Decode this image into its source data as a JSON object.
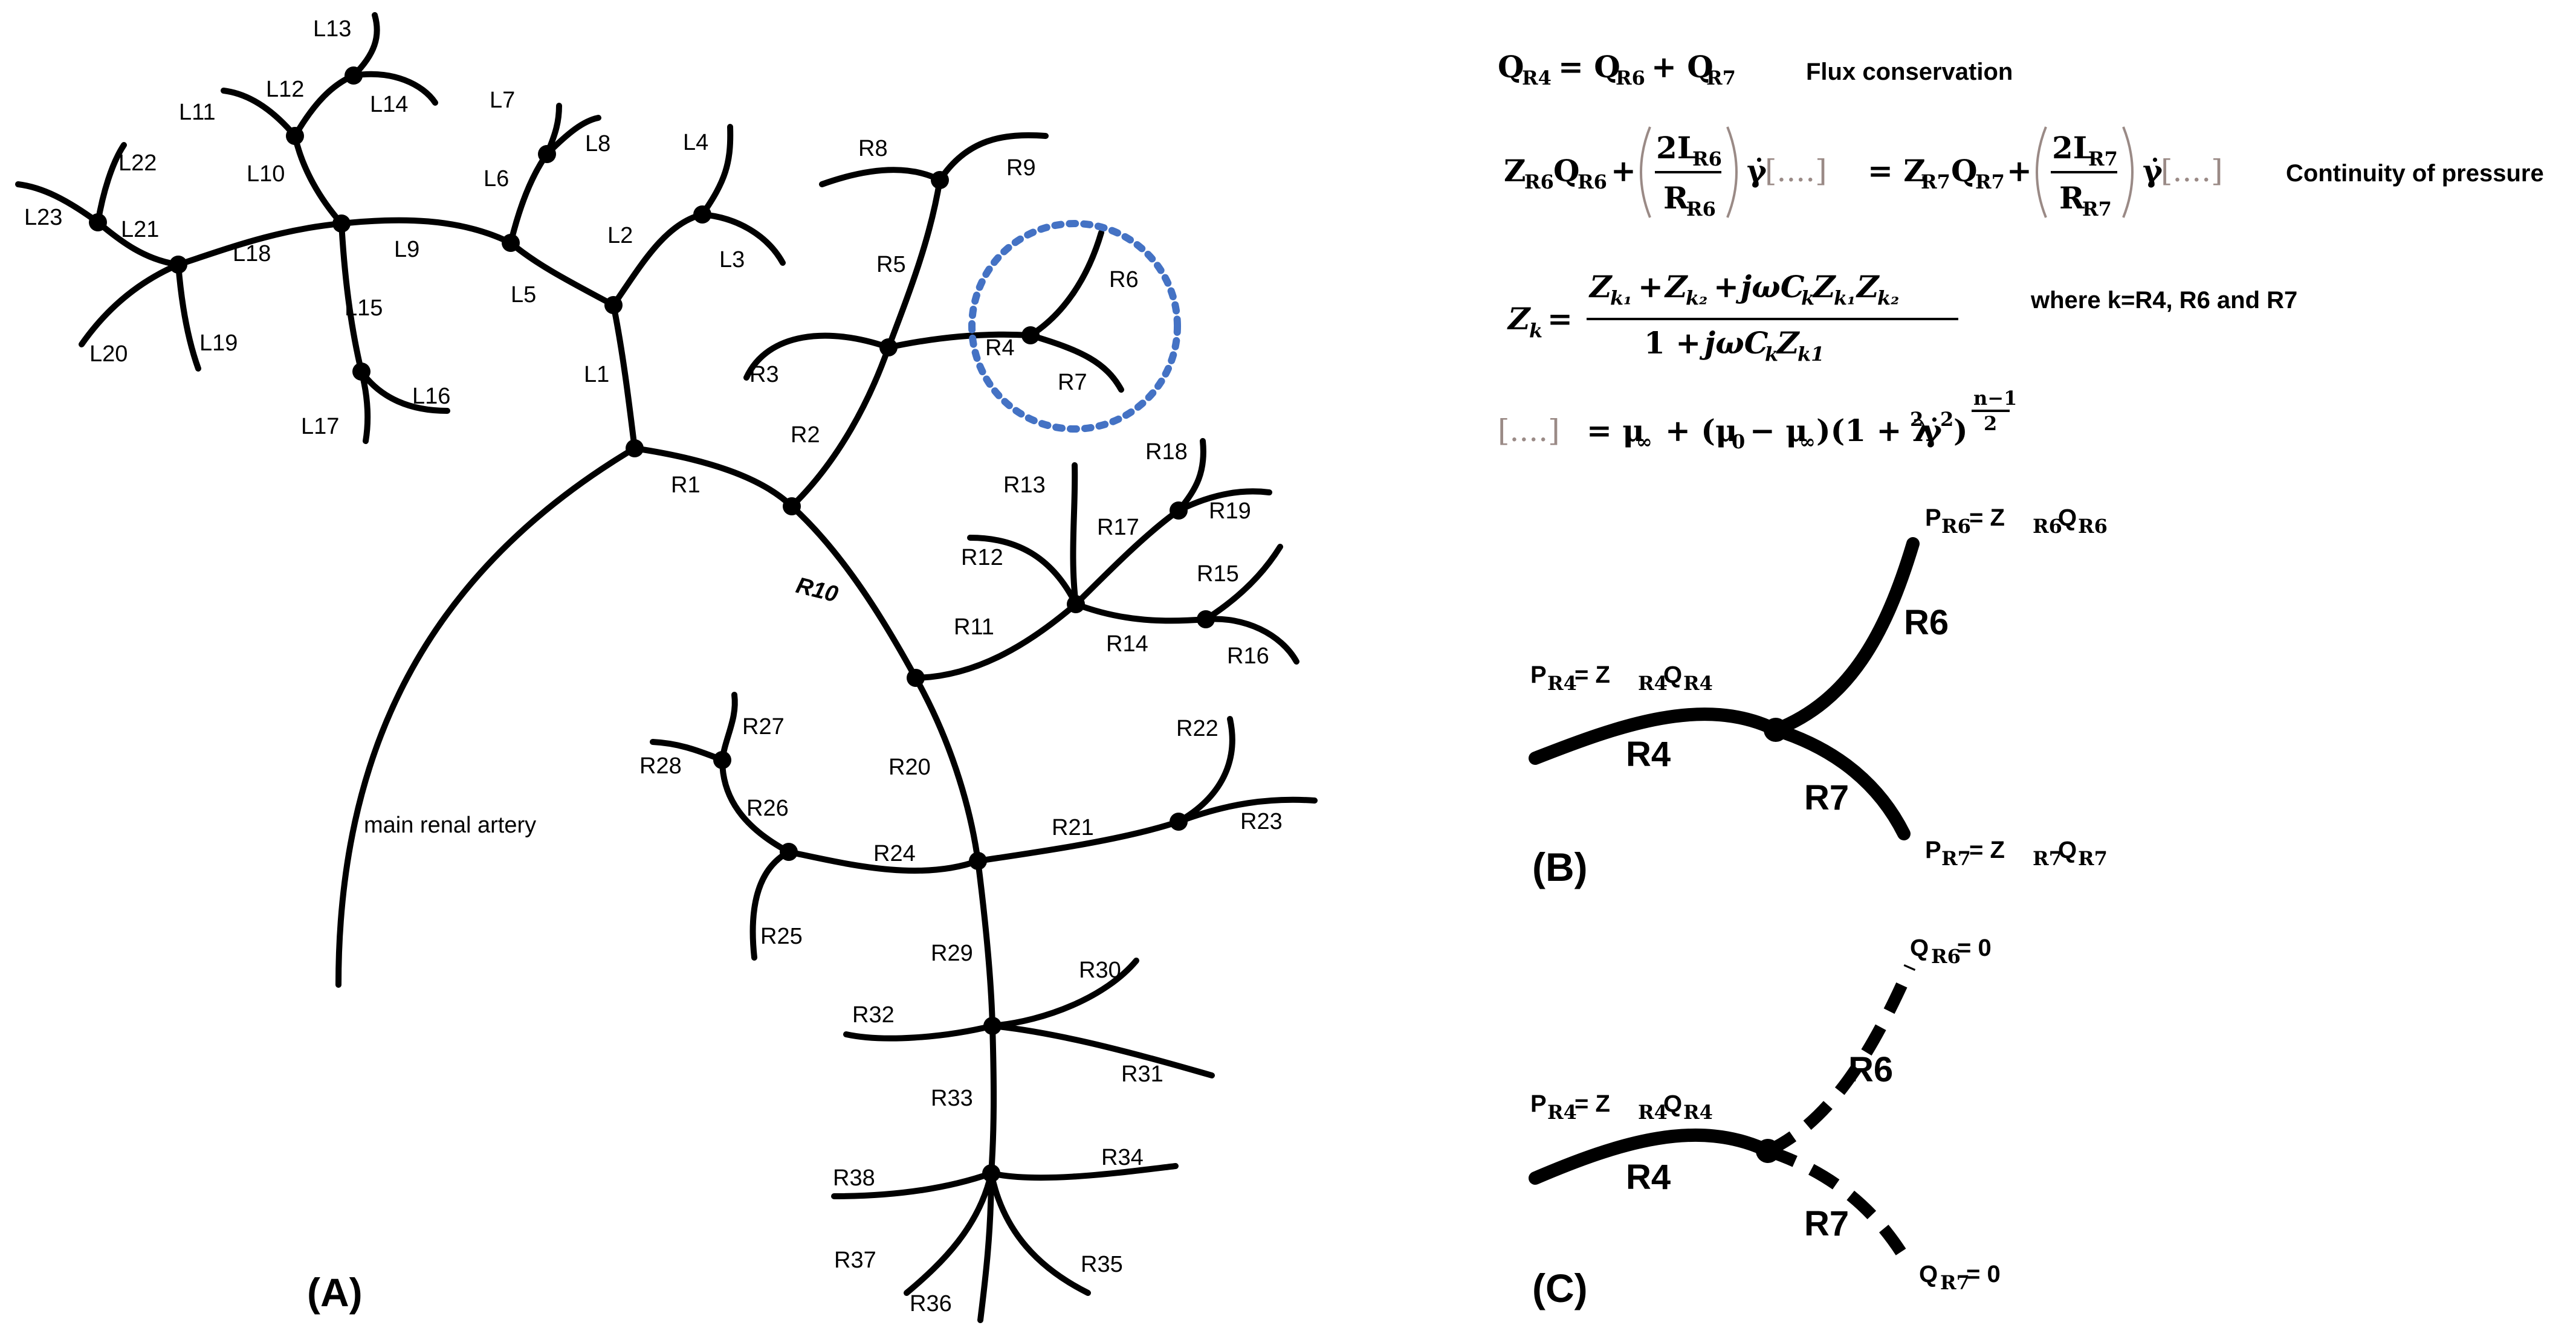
{
  "labels": {
    "L": [
      "L1",
      "L2",
      "L3",
      "L4",
      "L5",
      "L6",
      "L7",
      "L8",
      "L9",
      "L10",
      "L11",
      "L12",
      "L13",
      "L14",
      "L15",
      "L16",
      "L17",
      "L18",
      "L19",
      "L20",
      "L21",
      "L22",
      "L23"
    ],
    "R": [
      "R1",
      "R2",
      "R3",
      "R4",
      "R5",
      "R6",
      "R7",
      "R8",
      "R9",
      "R10",
      "R11",
      "R12",
      "R13",
      "R14",
      "R15",
      "R16",
      "R17",
      "R18",
      "R19",
      "R20",
      "R21",
      "R22",
      "R23",
      "R24",
      "R25",
      "R26",
      "R27",
      "R28",
      "R29",
      "R30",
      "R31",
      "R32",
      "R33",
      "R34",
      "R35",
      "R36",
      "R37",
      "R38"
    ],
    "main_artery": "main renal artery"
  },
  "panels": {
    "a": "(A)",
    "b": "(B)",
    "c": "(C)"
  },
  "highlight_color": "#4472c4",
  "equations": {
    "flux_label": "Flux conservation",
    "pressure_label": "Continuity of pressure",
    "where_label": "where k=R4, R6 and R7",
    "bracket": "[....]"
  },
  "panel_b": {
    "p_r6": "P",
    "r6_eq": " = Z",
    "r6_q": "Q",
    "p_r4": "P",
    "r4_eq": " = Z",
    "r4_q": "Q",
    "p_r7": "P",
    "r7_eq": " = Z",
    "r7_q": "Q",
    "sub_r6": "R6",
    "sub_r4": "R4",
    "sub_r7": "R7",
    "lbl_r6": "R6",
    "lbl_r4": "R4",
    "lbl_r7": "R7"
  },
  "panel_c": {
    "q_r6": "Q",
    "q_r6_val": " = 0",
    "q_r7": "Q",
    "q_r7_val": " = 0",
    "p_r4": "P",
    "r4_eq": " = Z",
    "r4_q": "Q",
    "sub_r6": "R6",
    "sub_r4": "R4",
    "sub_r7": "R7",
    "lbl_r6": "R6",
    "lbl_r4": "R4",
    "lbl_r7": "R7"
  }
}
